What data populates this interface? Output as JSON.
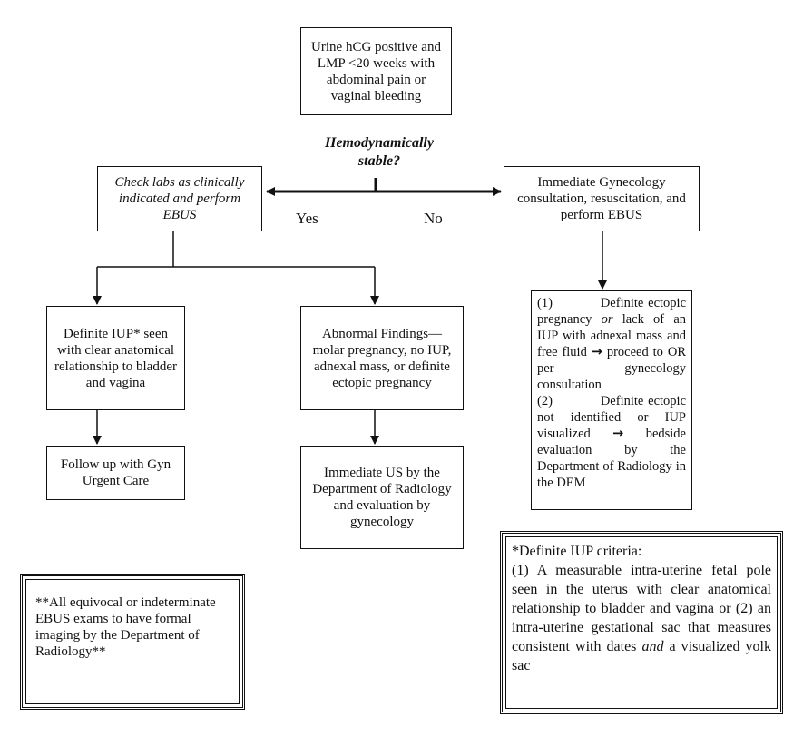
{
  "nodes": {
    "start": "Urine hCG positive and LMP <20 weeks with abdominal pain or vaginal bleeding",
    "decision": "Hemodynamically stable?",
    "yes_label": "Yes",
    "no_label": "No",
    "check_labs": "Check labs as clinically indicated and perform EBUS",
    "immediate_gyn": "Immediate Gynecology consultation, resuscitation, and perform EBUS",
    "definite_iup": "Definite IUP* seen with clear anatomical relationship to bladder and vagina",
    "abnormal_findings": "Abnormal Findings—molar pregnancy, no IUP, adnexal mass, or definite ectopic pregnancy",
    "follow_up": "Follow up with Gyn Urgent Care",
    "immediate_us": "Immediate US by the Department of Radiology and evaluation by gynecology",
    "ectopic_1_num": "(1)",
    "ectopic_1_a": "Definite ectopic pregnancy",
    "ectopic_1_or": "or",
    "ectopic_1_b": "lack of an IUP with adnexal mass and free fluid",
    "ectopic_1_arrow": "→",
    "ectopic_1_c": "proceed to OR per gynecology consultation",
    "ectopic_2_num": "(2)",
    "ectopic_2_a": "Definite ectopic not identified or IUP visualized",
    "ectopic_2_arrow": "→",
    "ectopic_2_b": "bedside evaluation by the Department of Radiology in the DEM"
  },
  "notes": {
    "equivocal": "**All equivocal or indeterminate EBUS exams to have formal imaging by the Department of Radiology**",
    "criteria_title": "*Definite IUP criteria:",
    "criteria_a": "(1) A measurable intra-uterine fetal pole seen in the uterus with clear anatomical relationship to bladder and vagina or (2) an intra-uterine gestational sac that measures consistent with dates",
    "criteria_and": "and",
    "criteria_b": "a visualized yolk sac"
  }
}
